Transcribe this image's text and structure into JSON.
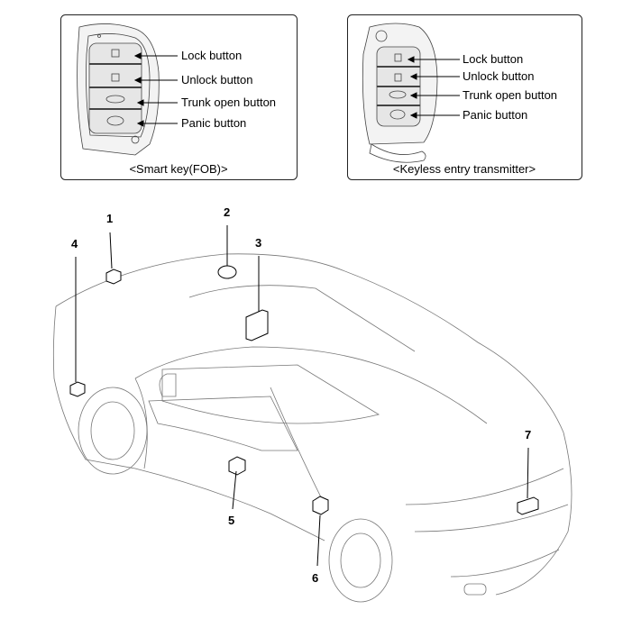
{
  "smart_key": {
    "caption": "<Smart key(FOB)>",
    "buttons": [
      "Lock button",
      "Unlock button",
      "Trunk open button",
      "Panic button"
    ]
  },
  "transmitter": {
    "caption": "<Keyless entry transmitter>",
    "buttons": [
      "Lock button",
      "Unlock button",
      "Trunk open button",
      "Panic button"
    ]
  },
  "callouts": [
    "1",
    "2",
    "3",
    "4",
    "5",
    "6",
    "7"
  ]
}
